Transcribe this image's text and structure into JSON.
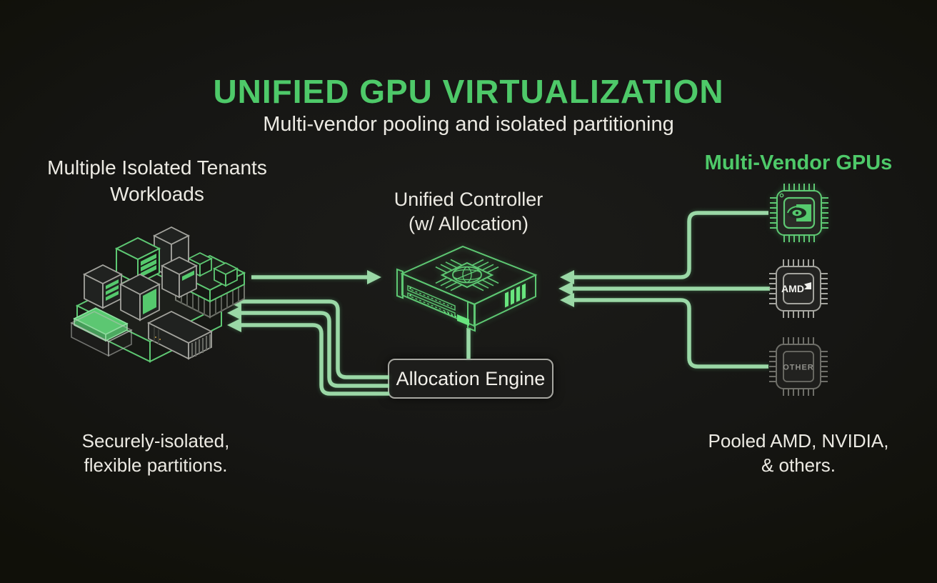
{
  "title": "UNIFIED GPU VIRTUALIZATION",
  "subtitle": "Multi-vendor pooling and isolated partitioning",
  "left": {
    "heading_line1": "Multiple Isolated Tenants",
    "heading_line2": "Workloads",
    "caption_line1": "Securely-isolated,",
    "caption_line2": "flexible partitions.",
    "illustration": "isometric-tenant-workload-cluster"
  },
  "center": {
    "heading_line1": "Unified Controller",
    "heading_line2": "(w/ Allocation)",
    "engine_label": "Allocation Engine",
    "illustration": "isometric-controller-appliance-with-brain-chip"
  },
  "right": {
    "heading": "Multi-Vendor GPUs",
    "caption_line1": "Pooled AMD, NVIDIA,",
    "caption_line2": "& others.",
    "chips": [
      {
        "vendor": "NVIDIA",
        "icon": "nvidia-eye-logo",
        "label": ""
      },
      {
        "vendor": "AMD",
        "icon": "amd-arrow-logo",
        "label": "AMD"
      },
      {
        "vendor": "Other",
        "icon": "generic-chip",
        "label": "OTHER"
      }
    ]
  },
  "connectors": [
    "cluster-to-controller",
    "engine-to-cluster-1",
    "engine-to-cluster-2",
    "engine-to-cluster-3",
    "nvidia-to-controller",
    "amd-to-controller",
    "other-to-controller",
    "controller-to-engine"
  ],
  "colors": {
    "title-green": "#4ec969",
    "arrow-green": "#9ad8a6",
    "wire-green": "#5ec873",
    "led-green": "#68e57e",
    "fill-green": "#55c96d",
    "text-light": "#eceae3",
    "edge-gray": "#a4a49e",
    "panel-border": "#a8a8a2",
    "panel-bg": "#1d1d1b"
  }
}
